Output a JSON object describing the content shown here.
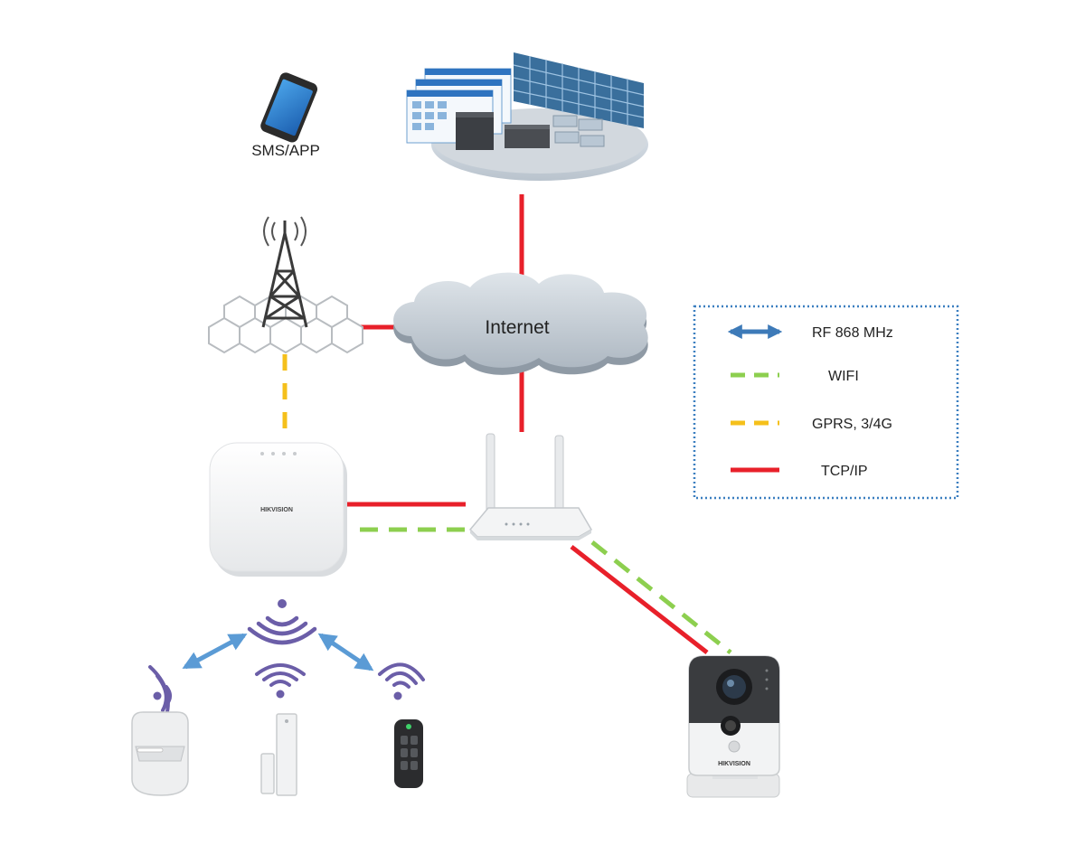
{
  "nodes": {
    "phone": {
      "label": "SMS/APP",
      "icon": "smartphone-icon"
    },
    "control_center": {
      "icon": "monitoring-center-icon"
    },
    "cell_tower": {
      "icon": "cell-tower-icon"
    },
    "internet": {
      "label": "Internet",
      "icon": "cloud-icon"
    },
    "hub": {
      "brand": "HIKVISION",
      "icon": "alarm-hub-icon"
    },
    "router": {
      "icon": "wifi-router-icon"
    },
    "camera": {
      "brand": "HIKVISION",
      "icon": "ip-camera-icon"
    },
    "rf_source": {
      "icon": "wireless-signal-icon"
    },
    "pir": {
      "icon": "pir-detector-icon"
    },
    "door_contact": {
      "icon": "door-contact-icon"
    },
    "keyfob": {
      "icon": "keyfob-icon"
    }
  },
  "legend": {
    "items": [
      {
        "label": "RF 868 MHz",
        "style": "double-arrow",
        "color": "#3d7ab8"
      },
      {
        "label": "WIFI",
        "style": "dashed",
        "color": "#8dcf4f"
      },
      {
        "label": "GPRS, 3/4G",
        "style": "dashed",
        "color": "#f5c01b"
      },
      {
        "label": "TCP/IP",
        "style": "solid",
        "color": "#e8202a"
      }
    ],
    "border_color": "#3b7fc0"
  },
  "colors": {
    "tcpip": "#e8202a",
    "wifi": "#8dcf4f",
    "gprs": "#f5c01b",
    "rf": "#5b9bd5",
    "signal": "#6b5ea8"
  }
}
